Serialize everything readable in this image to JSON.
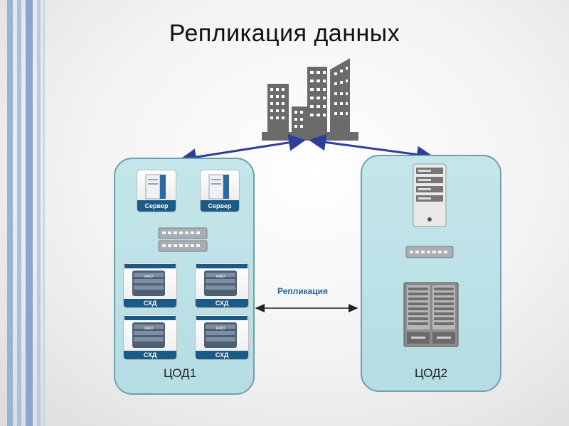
{
  "title": "Репликация данных",
  "dc1": {
    "label": "ЦОД1",
    "servers": [
      {
        "label": "Сервер"
      },
      {
        "label": "Сервер"
      }
    ],
    "storages": [
      {
        "label": "СХД"
      },
      {
        "label": "СХД"
      },
      {
        "label": "СХД"
      },
      {
        "label": "СХД"
      }
    ],
    "storage_chassis_text": "RAID"
  },
  "dc2": {
    "label": "ЦОД2"
  },
  "replication_label": "Репликация",
  "colors": {
    "accent": "#1a5a86",
    "dc_fill": "#b5dde3",
    "dc_border": "#6f9fa8",
    "link_arrow": "#2e3f9a",
    "building": "#6b6b6b"
  },
  "icons": [
    "city-buildings-icon",
    "server-icon",
    "network-switch-icon",
    "storage-icon",
    "server-tower-icon",
    "server-rack-icon"
  ]
}
